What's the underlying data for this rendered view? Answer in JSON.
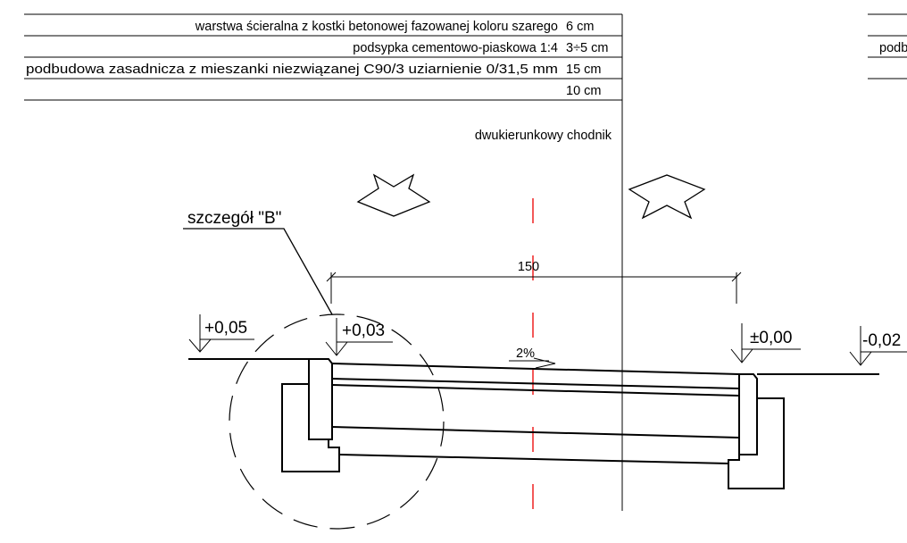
{
  "layers": [
    {
      "desc": "warstwa ścieralna z kostki betonowej fazowanej koloru szarego",
      "thickness": "6 cm"
    },
    {
      "desc": "podsypka cementowo-piaskowa 1:4",
      "thickness": "3÷5 cm"
    },
    {
      "desc": "podbudowa zasadnicza z mieszanki niezwiązanej C90/3 uziarnienie 0/31,5 mm",
      "thickness": "15 cm"
    },
    {
      "desc": "",
      "thickness": "10 cm"
    }
  ],
  "right_partial": {
    "row2": "podb"
  },
  "walkway_label": "dwukierunkowy chodnik",
  "detail_label": "szczegół \"B\"",
  "dimension": "150",
  "slope": "2%",
  "elevations": {
    "left": "+0,05",
    "curb_left": "+0,03",
    "right": "±0,00",
    "far_right": "-0,02"
  }
}
